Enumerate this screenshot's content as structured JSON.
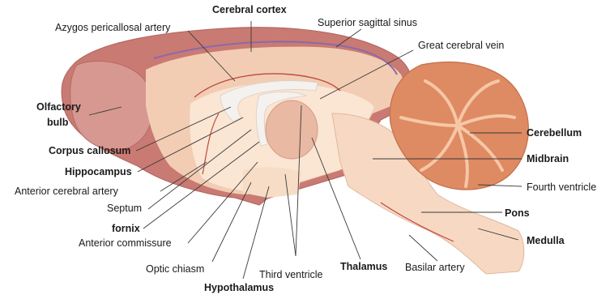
{
  "labels": {
    "cerebral_cortex": "Cerebral cortex",
    "azygos_pericallosal_artery": "Azygos pericallosal artery",
    "superior_sagittal_sinus": "Superior sagittal sinus",
    "great_cerebral_vein": "Great cerebral vein",
    "olfactory_bulb_line1": "Olfactory",
    "olfactory_bulb_line2": "bulb",
    "corpus_callosum": "Corpus callosum",
    "hippocampus": "Hippocampus",
    "anterior_cerebral_artery": "Anterior cerebral artery",
    "septum": "Septum",
    "fornix": "fornix",
    "anterior_commissure": "Anterior commissure",
    "optic_chiasm": "Optic chiasm",
    "hypothalamus": "Hypothalamus",
    "third_ventricle": "Third ventricle",
    "thalamus": "Thalamus",
    "basilar_artery": "Basilar artery",
    "cerebellum": "Cerebellum",
    "midbrain": "Midbrain",
    "fourth_ventricle": "Fourth ventricle",
    "pons": "Pons",
    "medulla": "Medulla"
  },
  "colors": {
    "cortex_outer": "#c97a73",
    "cortex_inner": "#f2cdb3",
    "white_matter": "#fbe5d3",
    "corpus_callosum": "#f4f1ee",
    "thalamus": "#e9b9a3",
    "cerebellum": "#de8a62",
    "cerebellum_folia": "#f6c7a6",
    "brainstem": "#f7d9c3",
    "vessel_red": "#c0483f",
    "vessel_purple": "#8a6aa8"
  }
}
